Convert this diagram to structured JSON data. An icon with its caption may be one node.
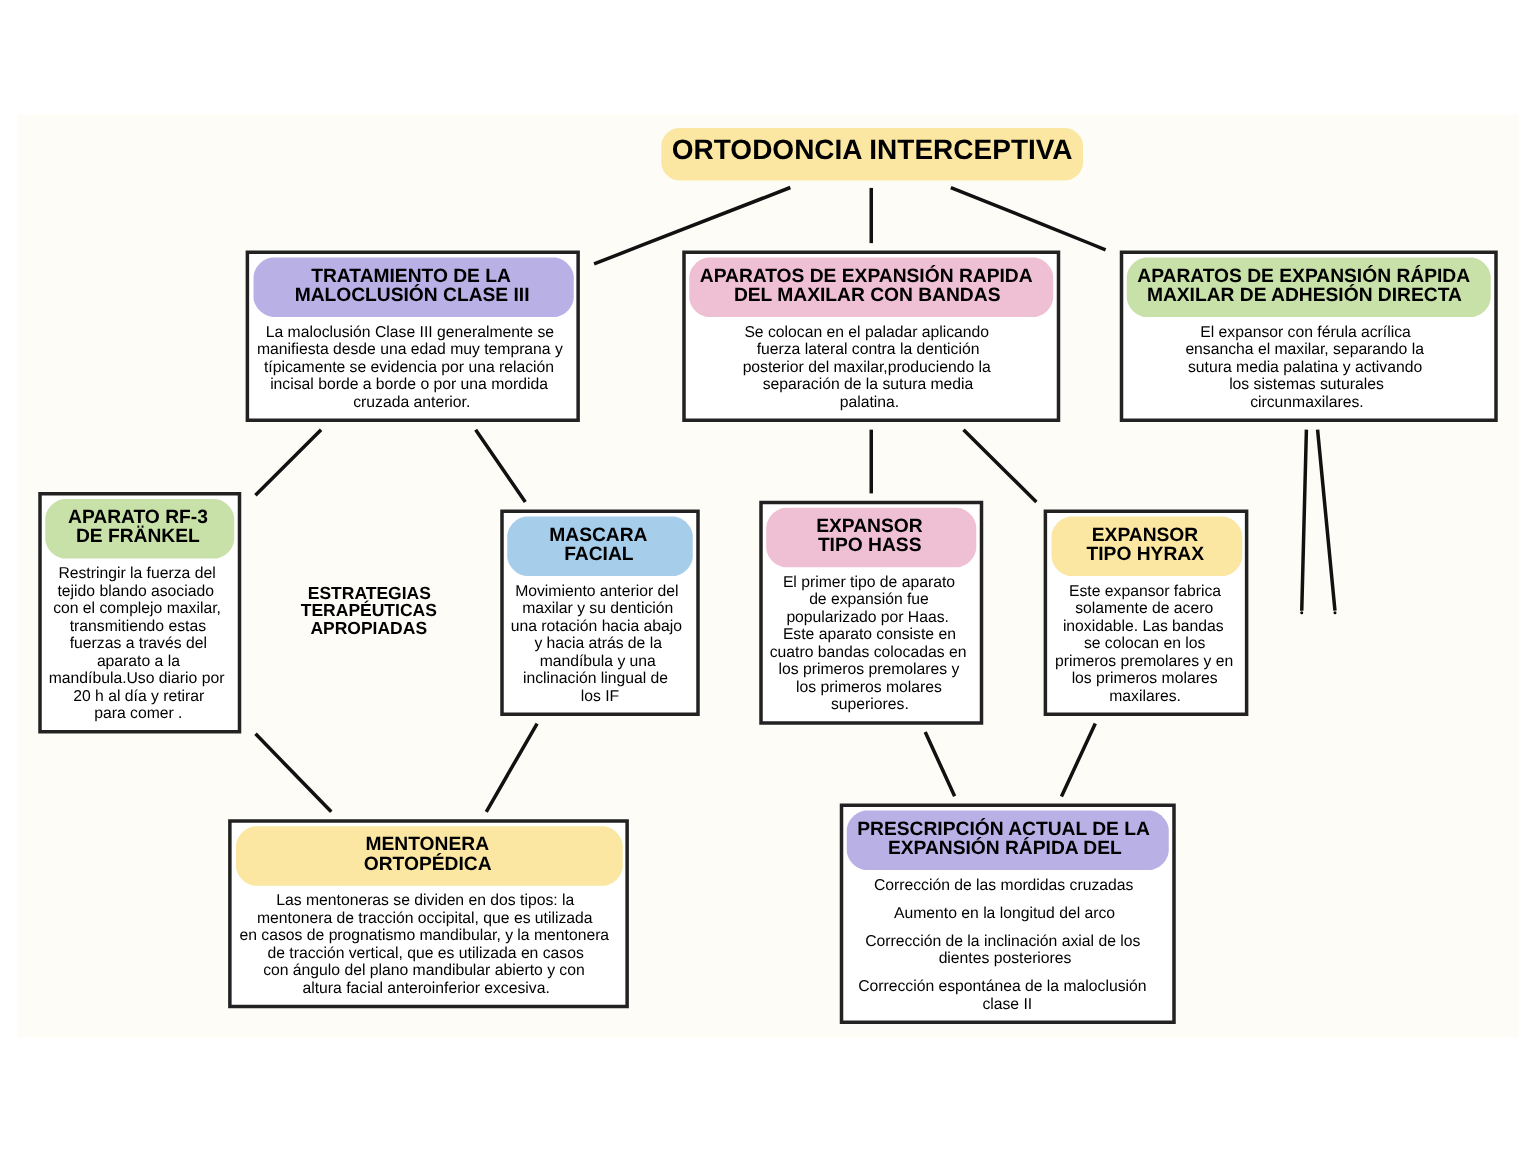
{
  "diagram": {
    "nodes": [
      {
        "text": [
          "ORTODONCIA INTERCEPTIVA"
        ]
      },
      {
        "text": [
          "TRATAMIENTO DE LA MALOCLUSIÓN CLASE III",
          "La maloclusión Clase III generalmente se manifiesta desde una edad muy temprana y típicamente se evidencia por una relación incisal borde a borde o por una mordida cruzada anterior."
        ]
      },
      {
        "text": [
          "APARATOS DE EXPANSIÓN RAPIDA DEL MAXILAR CON BANDAS",
          "Se colocan en el paladar aplicando fuerza lateral contra la dentición posterior del maxilar,produciendo la separación de la sutura media palatina."
        ]
      },
      {
        "text": [
          "APARATOS DE EXPANSIÓN RÁPIDA MAXILAR DE ADHESIÓN DIRECTA",
          "El expansor con férula acrílica ensancha el maxilar, separando la sutura media palatina y activando los sistemas suturales circunmaxilares."
        ]
      },
      {
        "text": [
          "MASCARA FACIAL",
          "Movimiento anterior del maxilar y su dentición una rotación hacia abajo y hacia atrás de la mandíbula y una inclinación lingual de los IF"
        ]
      },
      {
        "text": [
          "APARATO RF-3 DE FRÄNKEL",
          "Restringir la fuerza del tejido blando asociado con el complejo maxilar, transmitiendo estas fuerzas a través del aparato a la mandíbula.Uso diario por 20 h al día y retirar para comer ."
        ]
      },
      {
        "text": [
          "EXPANSOR TIPO HASS",
          "El primer tipo de aparato de expansión fue popularizado por Haas. Este aparato consiste en cuatro bandas colocadas en los primeros premolares y los primeros molares superiores."
        ]
      },
      {
        "text": [
          "EXPANSOR TIPO HYRAX",
          "Este expansor fabrica solamente de acero inoxidable. Las bandas se colocan en los primeros premolares y en los primeros molares maxilares."
        ]
      },
      {
        "text": [
          "MENTONERA ORTOPÉDICA",
          "Las mentoneras se dividen en dos tipos: la mentonera de tracción occipital, que es utilizada en casos de prognatismo mandibular, y la mentonera de tracción vertical, que es utilizada en casos con ángulo del plano mandibular abierto y con altura facial anteroinferior excesiva."
        ]
      },
      {
        "text": [
          "PRESCRIPCIÓN ACTUAL DE LA EXPANSIÓN RÁPIDA DEL",
          "Corrección de las mordidas cruzadas",
          "Aumento en la longitud del arco",
          "Corrección de la inclinación axial de los dientes posteriores",
          "Corrección espontánea de la maloclusión clase II"
        ]
      }
    ],
    "edges": [
      {
        "from": 0,
        "to": 1,
        "arrow": "none"
      },
      {
        "from": 0,
        "to": 2,
        "arrow": "none"
      },
      {
        "from": 0,
        "to": 3,
        "arrow": "none"
      },
      {
        "from": 1,
        "to": 4,
        "arrow": "none"
      },
      {
        "from": 1,
        "to": 5,
        "arrow": "none"
      },
      {
        "from": 2,
        "to": 6,
        "arrow": "none"
      },
      {
        "from": 2,
        "to": 7,
        "arrow": "none"
      },
      {
        "from": 3,
        "to": null,
        "arrow": "none"
      },
      {
        "from": 3,
        "to": null,
        "arrow": "none"
      },
      {
        "from": 4,
        "to": 8,
        "arrow": "none"
      },
      {
        "from": 5,
        "to": 8,
        "arrow": "none"
      },
      {
        "from": 6,
        "to": 9,
        "arrow": "none"
      },
      {
        "from": 7,
        "to": 9,
        "arrow": "none"
      }
    ],
    "labels": [
      "ESTRATEGIAS TERAPÉUTICAS APROPIADAS"
    ]
  }
}
